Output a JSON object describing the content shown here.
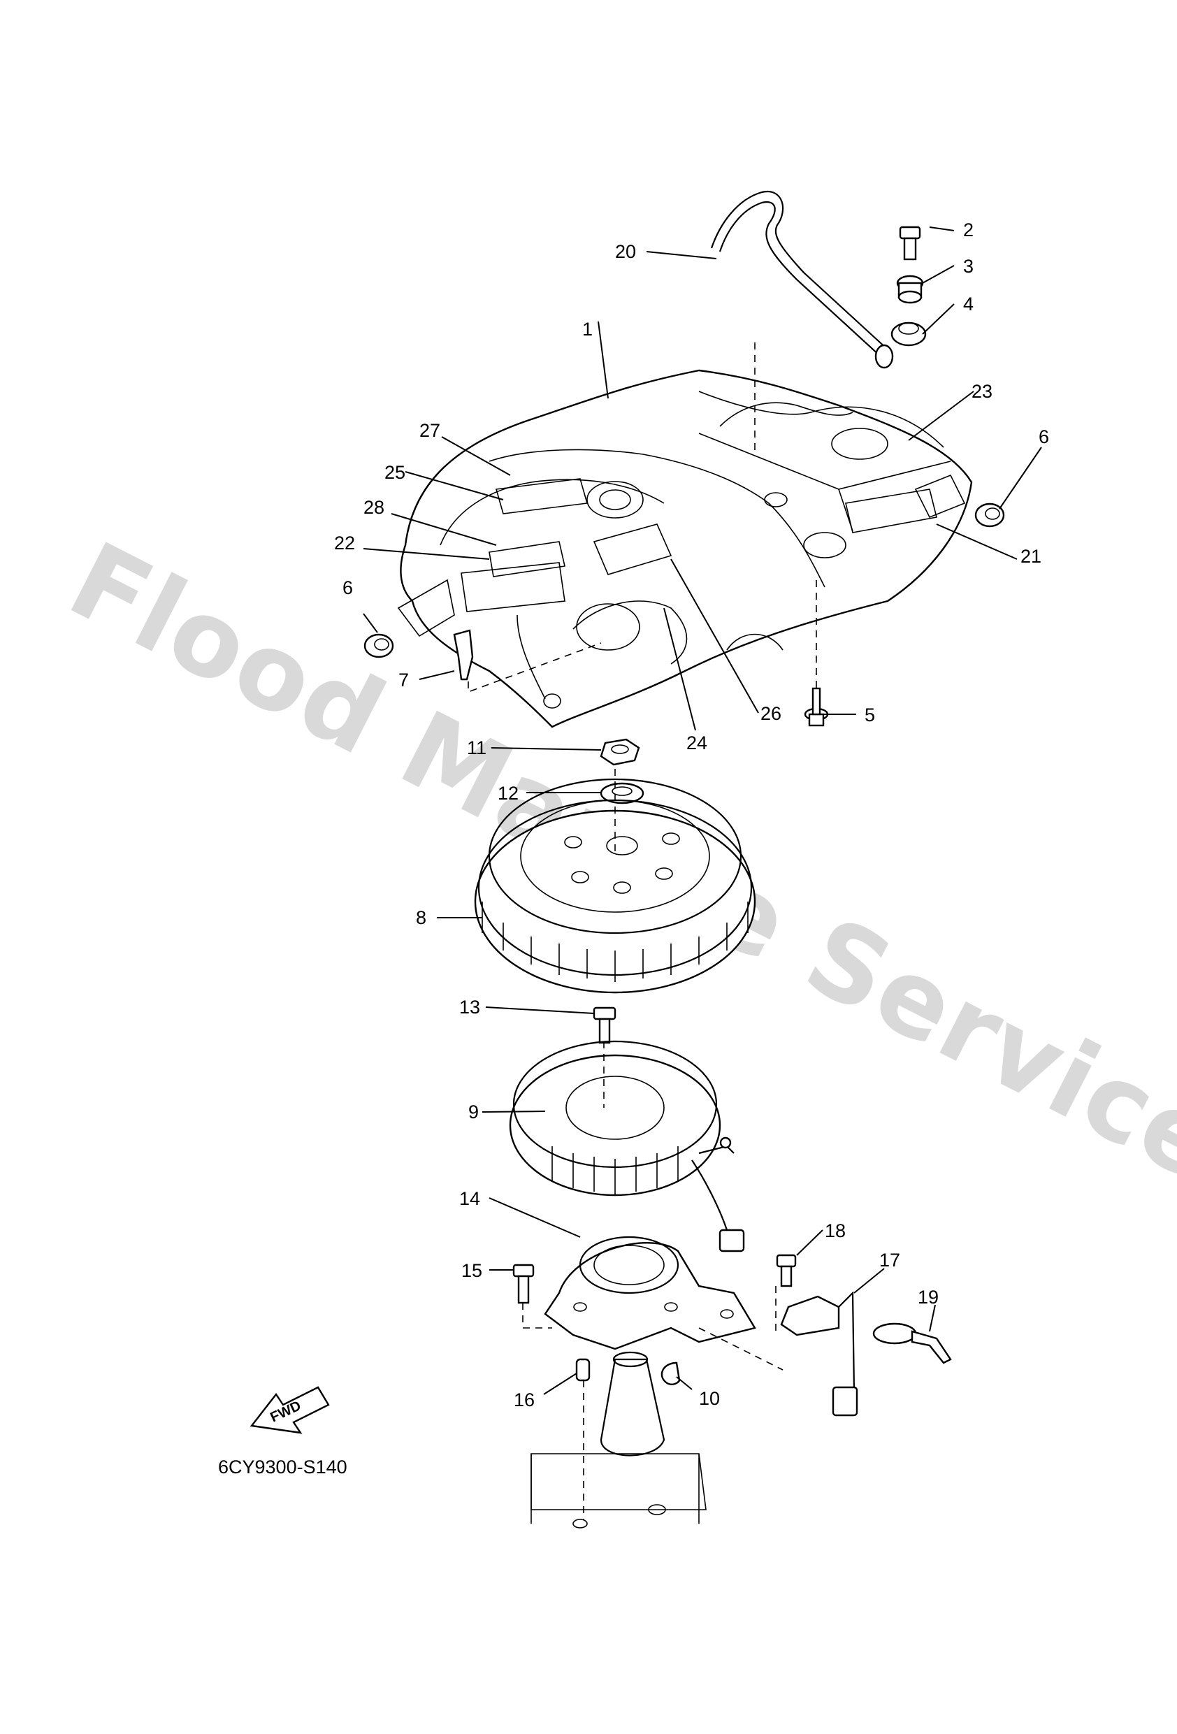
{
  "watermark": "Flood Marine Services",
  "drawing_code": "6CY9300-S140",
  "fwd_label": "FWD",
  "callouts": [
    {
      "id": "c1",
      "text": "1"
    },
    {
      "id": "c2",
      "text": "2"
    },
    {
      "id": "c3",
      "text": "3"
    },
    {
      "id": "c4",
      "text": "4"
    },
    {
      "id": "c5",
      "text": "5"
    },
    {
      "id": "c6a",
      "text": "6"
    },
    {
      "id": "c6b",
      "text": "6"
    },
    {
      "id": "c7",
      "text": "7"
    },
    {
      "id": "c8",
      "text": "8"
    },
    {
      "id": "c9",
      "text": "9"
    },
    {
      "id": "c10",
      "text": "10"
    },
    {
      "id": "c11",
      "text": "11"
    },
    {
      "id": "c12",
      "text": "12"
    },
    {
      "id": "c13",
      "text": "13"
    },
    {
      "id": "c14",
      "text": "14"
    },
    {
      "id": "c15",
      "text": "15"
    },
    {
      "id": "c16",
      "text": "16"
    },
    {
      "id": "c17",
      "text": "17"
    },
    {
      "id": "c18",
      "text": "18"
    },
    {
      "id": "c19",
      "text": "19"
    },
    {
      "id": "c20",
      "text": "20"
    },
    {
      "id": "c21",
      "text": "21"
    },
    {
      "id": "c22",
      "text": "22"
    },
    {
      "id": "c23",
      "text": "23"
    },
    {
      "id": "c24",
      "text": "24"
    },
    {
      "id": "c25",
      "text": "25"
    },
    {
      "id": "c26",
      "text": "26"
    },
    {
      "id": "c27",
      "text": "27"
    },
    {
      "id": "c28",
      "text": "28"
    }
  ]
}
